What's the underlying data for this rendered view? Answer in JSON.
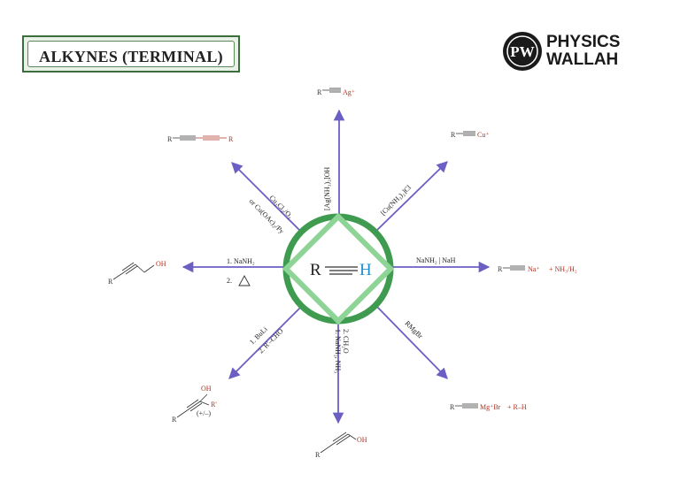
{
  "header": {
    "title": "ALKYNES (TERMINAL)",
    "brand_line1": "PHYSICS",
    "brand_line2": "WALLAH",
    "logo_text": "PW"
  },
  "center": {
    "r": "R",
    "h": "H"
  },
  "colors": {
    "arrow": "#6b5fc4",
    "ring": "#3e9b4f",
    "diamond": "#8fd497",
    "h_atom": "#1e90d0",
    "product": "#b03020"
  },
  "reactions": {
    "top": {
      "reagent": "[Ag(NH₃)₂]OH",
      "product_r": "R",
      "product_tail": "Ag⁺"
    },
    "topright": {
      "reagent": "[Cu(NH₃)₂]Cl",
      "product_r": "R",
      "product_tail": "Cu⁺"
    },
    "right": {
      "reagent": "NaNH₂ | NaH",
      "product_r": "R",
      "product_tail": "Na⁺",
      "byproduct": "+ NH₃/H₂"
    },
    "bottomright": {
      "reagent": "RMgBr",
      "product_r": "R",
      "product_tail": "Mg⁺Br",
      "byproduct": "+ R–H"
    },
    "bottom": {
      "reagent1": "1. NaNH₂, NH₃",
      "reagent2": "2. CH₂O",
      "product_r": "R",
      "product_oh": "OH"
    },
    "bottomleft": {
      "reagent1": "1. BuLi",
      "reagent2": "2. R'–CHO",
      "product_r": "R",
      "product_oh": "OH",
      "product_rprime": "R'",
      "note": "(+/–)"
    },
    "left": {
      "reagent1": "1. NaNH₂",
      "reagent2": "2.",
      "product_r": "R",
      "product_oh": "OH"
    },
    "topleft": {
      "reagent1": "Cu₂Cl₂/O₂",
      "reagent2": "or Cu(OAc)₂/Py",
      "product_r1": "R",
      "product_r2": "R"
    }
  }
}
